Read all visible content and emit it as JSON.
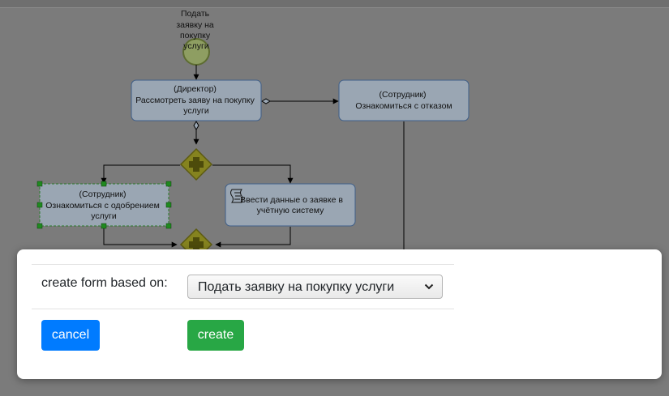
{
  "diagram": {
    "start_event_label_lines": [
      "Подать",
      "заявку на",
      "покупку",
      "услуги"
    ],
    "director_task": {
      "lines": [
        "(Директор)",
        "Рассмотреть заяву на покупку",
        "услуги"
      ]
    },
    "employee_reject_task": {
      "lines": [
        "(Сотрудник)",
        "Ознакомиться с отказом"
      ]
    },
    "employee_approve_task": {
      "lines": [
        "(Сотрудник)",
        "Ознакомиться с одобрением",
        "услуги"
      ]
    },
    "script_task": {
      "lines": [
        "Ввести данные о заявке в",
        "учётную систему"
      ],
      "icon": "script-icon"
    },
    "gateway_icon": "parallel-gateway-icon"
  },
  "modal": {
    "label": "create form based on:",
    "select_value": "Подать заявку на покупку услуги",
    "cancel_label": "cancel",
    "create_label": "create"
  },
  "colors": {
    "overlay": "#7b7b7b",
    "task_fill": "#9aa6b3",
    "gateway_fill": "#85831f",
    "cancel": "#007bff",
    "create": "#28a745"
  }
}
